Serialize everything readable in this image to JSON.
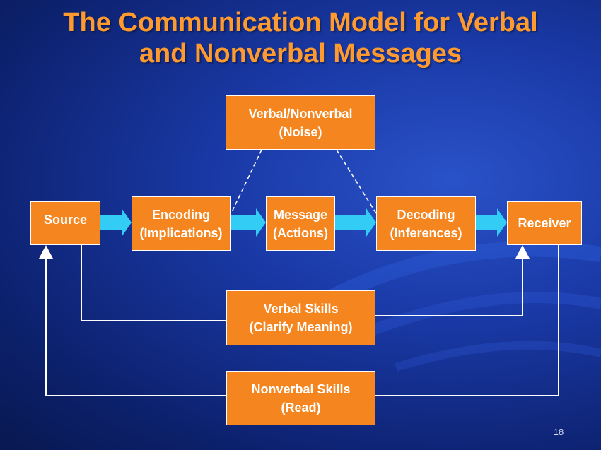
{
  "slide": {
    "title_line1": "The Communication Model for Verbal",
    "title_line2": "and Nonverbal Messages",
    "page_number": "18"
  },
  "boxes": {
    "noise": {
      "line1": "Verbal/Nonverbal",
      "line2": "(Noise)"
    },
    "source": {
      "line1": "Source"
    },
    "encoding": {
      "line1": "Encoding",
      "line2": "(Implications)"
    },
    "message": {
      "line1": "Message",
      "line2": "(Actions)"
    },
    "decoding": {
      "line1": "Decoding",
      "line2": "(Inferences)"
    },
    "receiver": {
      "line1": "Receiver"
    },
    "verbal_skills": {
      "line1": "Verbal Skills",
      "line2": "(Clarify Meaning)"
    },
    "nonverbal_skills": {
      "line1": "Nonverbal Skills",
      "line2": "(Read)"
    }
  },
  "colors": {
    "title": "#ff9a2e",
    "box_fill": "#f5851f",
    "flow_arrow": "#33ccf5",
    "background": "#1a3aa8",
    "connector": "#ffffff"
  }
}
